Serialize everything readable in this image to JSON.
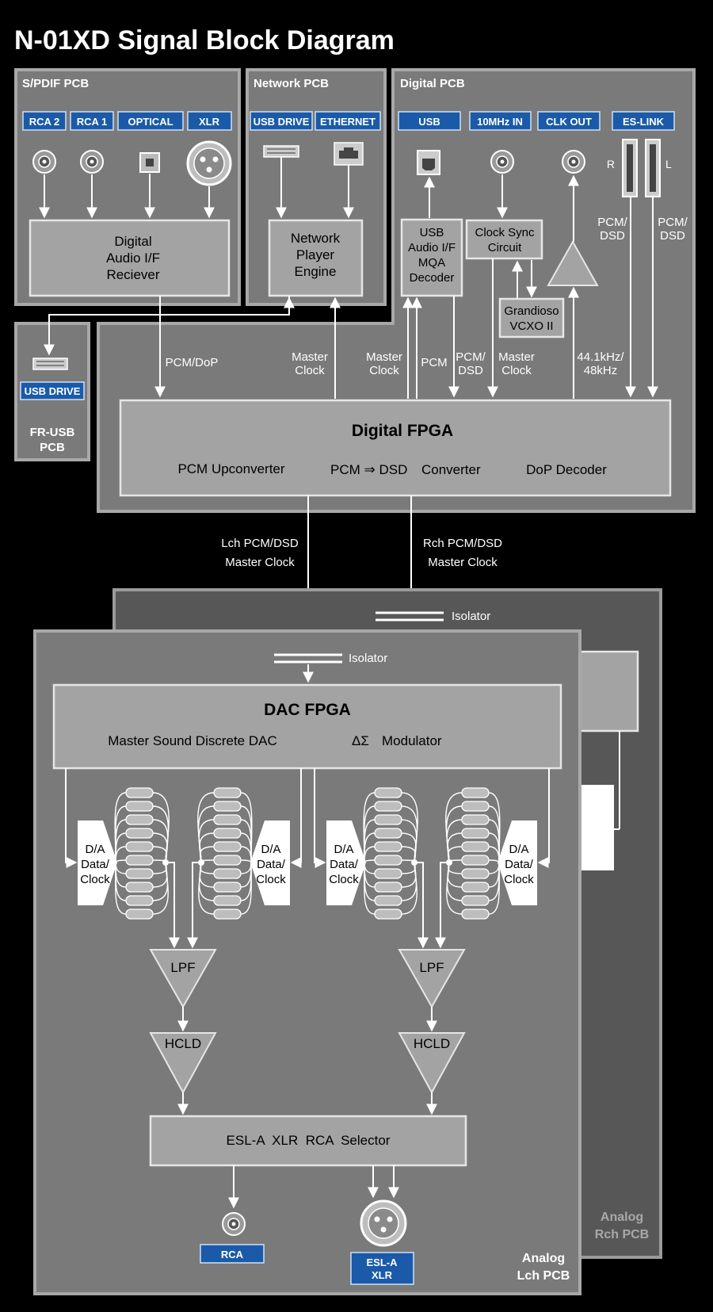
{
  "title": "N-01XD Signal Block Diagram",
  "spdif": {
    "label": "S/PDIF PCB",
    "inputs": [
      "RCA 2",
      "RCA 1",
      "OPTICAL",
      "XLR"
    ],
    "receiver": [
      "Digital",
      "Audio I/F",
      "Reciever"
    ]
  },
  "network": {
    "label": "Network PCB",
    "inputs": [
      "USB DRIVE",
      "ETHERNET"
    ],
    "engine": [
      "Network",
      "Player",
      "Engine"
    ]
  },
  "digital": {
    "label": "Digital PCB",
    "ports": [
      "USB",
      "10MHz IN",
      "CLK OUT",
      "ES-LINK"
    ],
    "usb_decoder": [
      "USB",
      "Audio I/F",
      "MQA",
      "Decoder"
    ],
    "clock_sync": [
      "Clock Sync",
      "Circuit"
    ],
    "vcxo": [
      "Grandioso",
      "VCXO II"
    ],
    "eslink_r": "R",
    "eslink_l": "L",
    "pcm_dsd_1": [
      "PCM/",
      "DSD"
    ],
    "pcm_dsd_2": [
      "PCM/",
      "DSD"
    ]
  },
  "frusb": {
    "port": "USB DRIVE",
    "label": [
      "FR-USB",
      "PCB"
    ]
  },
  "signals": {
    "pcm_dop": "PCM/DoP",
    "master_clock_1": [
      "Master",
      "Clock"
    ],
    "master_clock_2": [
      "Master",
      "Clock"
    ],
    "pcm": "PCM",
    "pcm_dsd_3": [
      "PCM/",
      "DSD"
    ],
    "master_clock_3": [
      "Master",
      "Clock"
    ],
    "freq": [
      "44.1kHz/",
      "48kHz"
    ],
    "lch_link": [
      "Lch PCM/DSD",
      "Master Clock"
    ],
    "rch_link": [
      "Rch PCM/DSD",
      "Master Clock"
    ]
  },
  "fpga": {
    "title": "Digital FPGA",
    "functions": [
      "PCM Upconverter",
      "PCM ⇒ DSD",
      "Converter",
      "DoP Decoder"
    ]
  },
  "analog": {
    "isolator_r": "Isolator",
    "isolator_l": "Isolator",
    "dac_title": "DAC FPGA",
    "dac_functions": [
      "Master Sound Discrete DAC",
      "ΔΣ",
      "Modulator"
    ],
    "da_block": [
      "D/A",
      "Data/",
      "Clock"
    ],
    "lpf": "LPF",
    "hcld": "HCLD",
    "selector": "ESL-A  XLR  RCA  Selector",
    "out_rca": "RCA",
    "out_xlr": [
      "ESL-A",
      "XLR"
    ],
    "rch_label": [
      "Analog",
      "Rch PCB"
    ],
    "lch_label": [
      "Analog",
      "Lch PCB"
    ]
  },
  "colors": {
    "background": "#000000",
    "pcb_fill": "#7a7a7a",
    "block_fill": "#a3a3a3",
    "port_label": "#1a5aa8"
  }
}
